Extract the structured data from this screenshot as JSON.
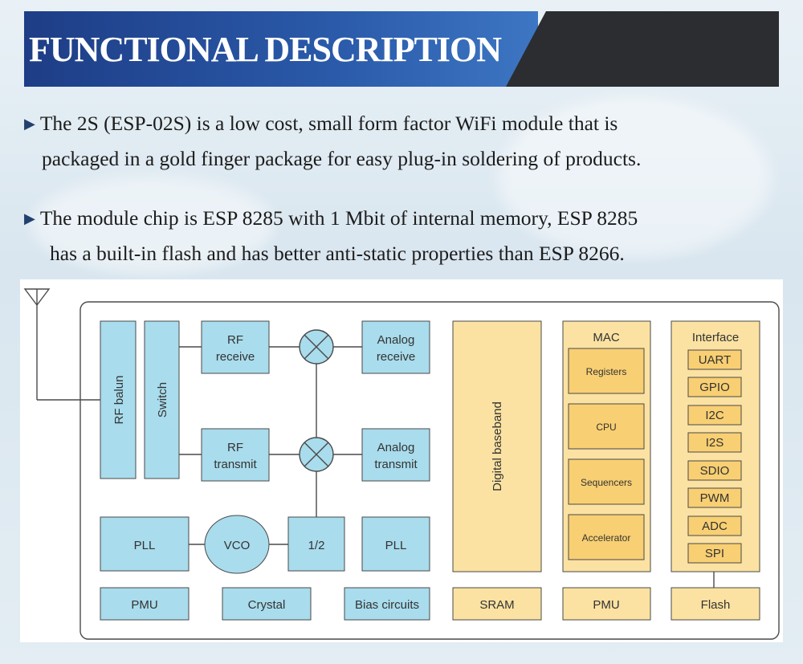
{
  "header": {
    "title": "FUNCTIONAL DESCRIPTION"
  },
  "paragraphs": [
    {
      "line1": "The 2S (ESP-02S) is a low cost, small form factor WiFi module that is",
      "line2": "packaged in a gold finger package for easy plug-in soldering of products."
    },
    {
      "line1": "The module chip is ESP 8285 with 1 Mbit of internal memory, ESP 8285",
      "line2": "has a built-in flash and has better anti-static properties than ESP 8266."
    }
  ],
  "bullet_icon": "triangle-right-icon",
  "diagram": {
    "rf_balun": "RF balun",
    "switch": "Switch",
    "rf_receive": [
      "RF",
      "receive"
    ],
    "rf_transmit": [
      "RF",
      "transmit"
    ],
    "analog_receive": [
      "Analog",
      "receive"
    ],
    "analog_transmit": [
      "Analog",
      "transmit"
    ],
    "pll_left": "PLL",
    "vco": "VCO",
    "half": "1/2",
    "pll_right": "PLL",
    "pmu_left": "PMU",
    "crystal": "Crystal",
    "bias": "Bias circuits",
    "digital_baseband": "Digital baseband",
    "sram": "SRAM",
    "mac": {
      "title": "MAC",
      "items": [
        "Registers",
        "CPU",
        "Sequencers",
        "Accelerator"
      ]
    },
    "pmu_right": "PMU",
    "interface": {
      "title": "Interface",
      "items": [
        "UART",
        "GPIO",
        "I2C",
        "I2S",
        "SDIO",
        "PWM",
        "ADC",
        "SPI"
      ]
    },
    "flash": "Flash",
    "colors": {
      "blue_block": "#a9dcec",
      "yellow_block": "#fbe2a2",
      "yellow_inner": "#f8cf72",
      "line": "#4a4a4a"
    }
  }
}
